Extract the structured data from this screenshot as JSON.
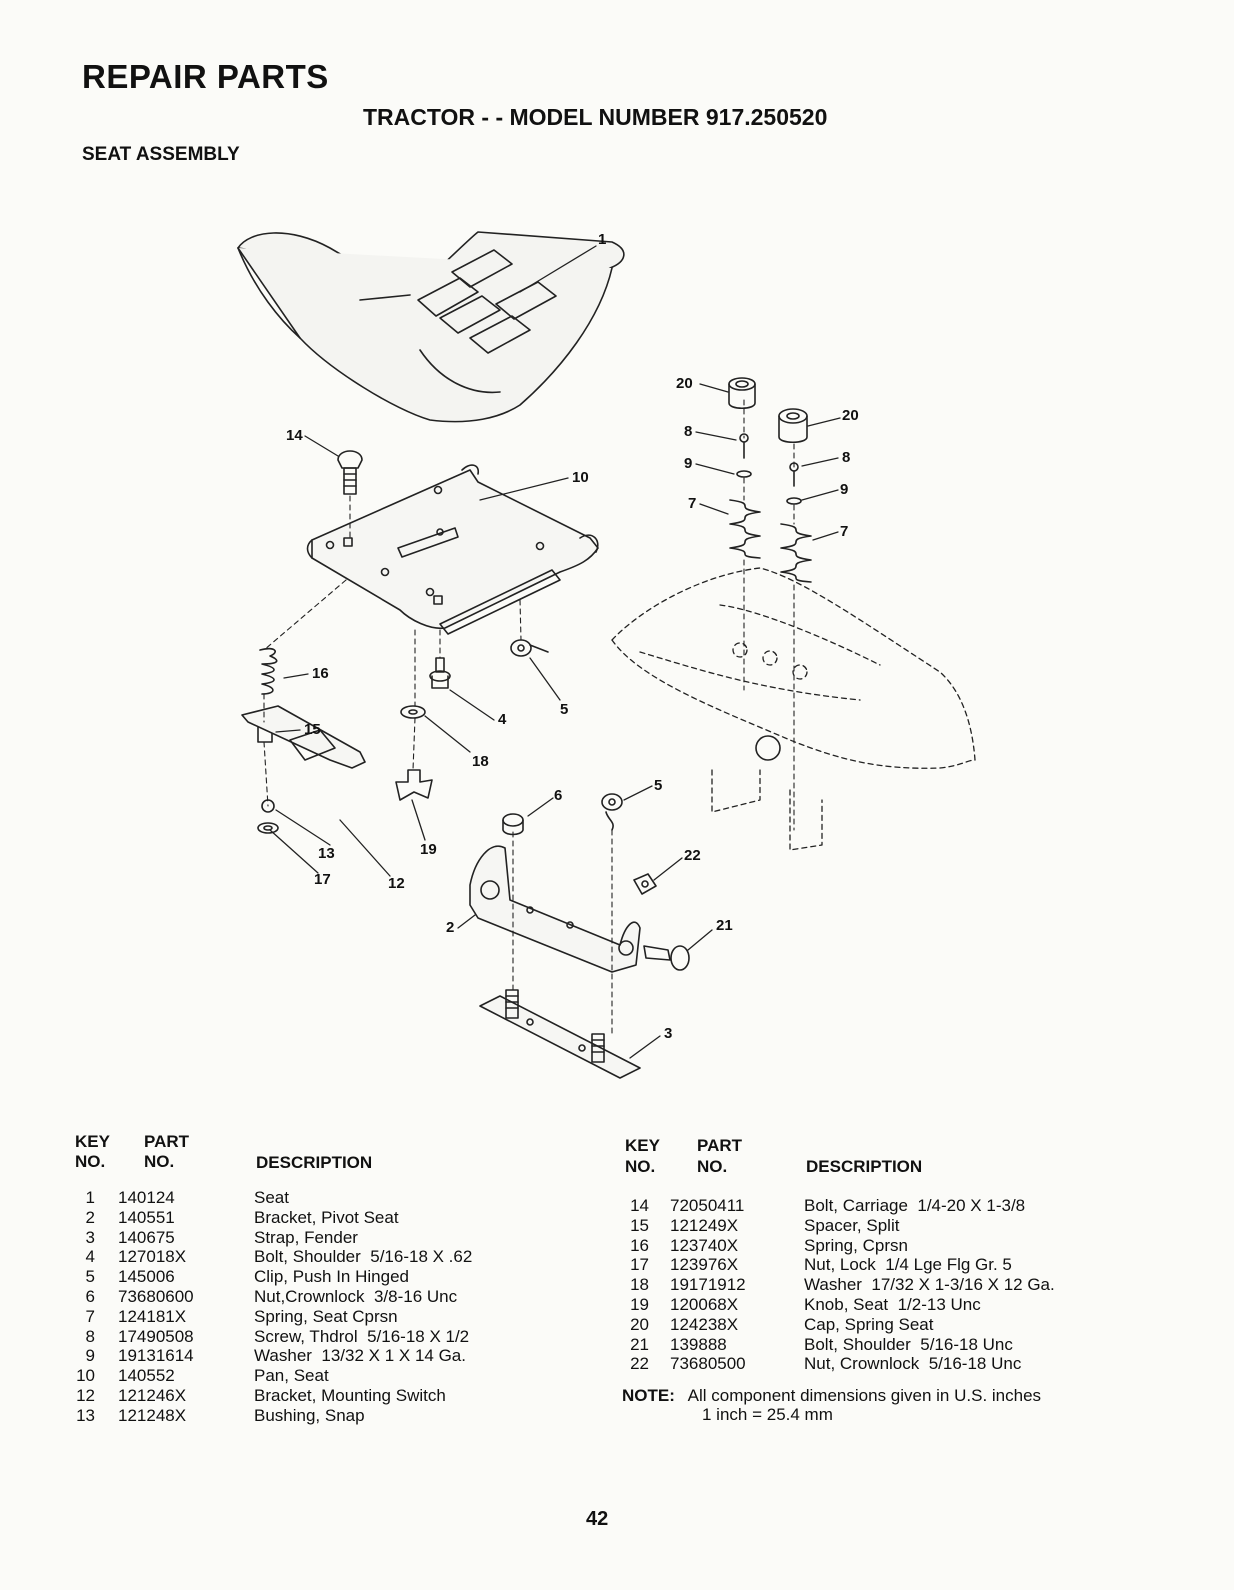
{
  "header": {
    "title": "REPAIR PARTS",
    "subtitle": "TRACTOR - - MODEL NUMBER 917.250520",
    "section": "SEAT ASSEMBLY"
  },
  "diagram": {
    "callouts": [
      "1",
      "20",
      "20",
      "14",
      "10",
      "8",
      "8",
      "9",
      "9",
      "7",
      "7",
      "16",
      "4",
      "5",
      "15",
      "18",
      "6",
      "5",
      "13",
      "19",
      "22",
      "17",
      "12",
      "2",
      "21",
      "3"
    ]
  },
  "table_headers": {
    "key_line1": "KEY",
    "key_line2": "NO.",
    "part_line1": "PART",
    "part_line2": "NO.",
    "description": "DESCRIPTION"
  },
  "parts_left": [
    {
      "key": "1",
      "part": "140124",
      "desc": "Seat"
    },
    {
      "key": "2",
      "part": "140551",
      "desc": "Bracket, Pivot Seat"
    },
    {
      "key": "3",
      "part": "140675",
      "desc": "Strap, Fender"
    },
    {
      "key": "4",
      "part": "127018X",
      "desc": "Bolt, Shoulder  5/16-18 X .62"
    },
    {
      "key": "5",
      "part": "145006",
      "desc": "Clip, Push In Hinged"
    },
    {
      "key": "6",
      "part": "73680600",
      "desc": "Nut,Crownlock  3/8-16 Unc"
    },
    {
      "key": "7",
      "part": "124181X",
      "desc": "Spring, Seat Cprsn"
    },
    {
      "key": "8",
      "part": "17490508",
      "desc": "Screw, Thdrol  5/16-18 X 1/2"
    },
    {
      "key": "9",
      "part": "19131614",
      "desc": "Washer  13/32 X 1 X 14 Ga."
    },
    {
      "key": "10",
      "part": "140552",
      "desc": "Pan, Seat"
    },
    {
      "key": "12",
      "part": "121246X",
      "desc": "Bracket, Mounting Switch"
    },
    {
      "key": "13",
      "part": "121248X",
      "desc": "Bushing, Snap"
    }
  ],
  "parts_right": [
    {
      "key": "14",
      "part": "72050411",
      "desc": "Bolt, Carriage  1/4-20 X 1-3/8"
    },
    {
      "key": "15",
      "part": "121249X",
      "desc": "Spacer, Split"
    },
    {
      "key": "16",
      "part": "123740X",
      "desc": "Spring, Cprsn"
    },
    {
      "key": "17",
      "part": "123976X",
      "desc": "Nut, Lock  1/4 Lge Flg Gr. 5"
    },
    {
      "key": "18",
      "part": "19171912",
      "desc": "Washer  17/32 X 1-3/16 X 12 Ga."
    },
    {
      "key": "19",
      "part": "120068X",
      "desc": "Knob, Seat  1/2-13 Unc"
    },
    {
      "key": "20",
      "part": "124238X",
      "desc": "Cap, Spring Seat"
    },
    {
      "key": "21",
      "part": "139888",
      "desc": "Bolt, Shoulder  5/16-18 Unc"
    },
    {
      "key": "22",
      "part": "73680500",
      "desc": "Nut, Crownlock  5/16-18 Unc"
    }
  ],
  "note": {
    "label": "NOTE:",
    "line1": "All component dimensions given in U.S. inches",
    "line2": "1 inch = 25.4 mm"
  },
  "page_number": "42"
}
